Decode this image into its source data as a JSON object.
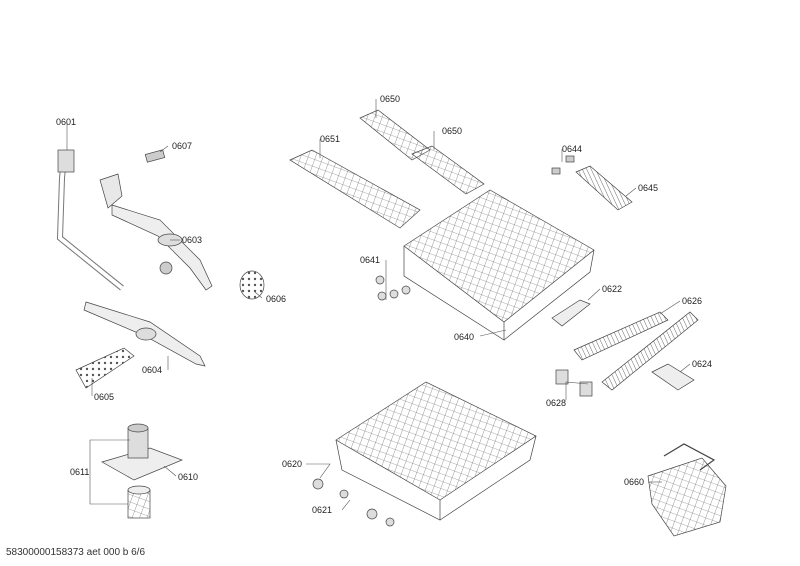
{
  "diagram": {
    "parts": {
      "p0601": "0601",
      "p0607": "0607",
      "p0603": "0603",
      "p0606": "0606",
      "p0605": "0605",
      "p0604": "0604",
      "p0611": "0611",
      "p0610": "0610",
      "p0650a": "0650",
      "p0650b": "0650",
      "p0651": "0651",
      "p0641": "0641",
      "p0640": "0640",
      "p0644": "0644",
      "p0645": "0645",
      "p0622": "0622",
      "p0626": "0626",
      "p0624": "0624",
      "p0628": "0628",
      "p0620": "0620",
      "p0621": "0621",
      "p0660": "0660"
    }
  },
  "footer": {
    "doc_id": "58300000158373 aet 000 b 6/6"
  }
}
